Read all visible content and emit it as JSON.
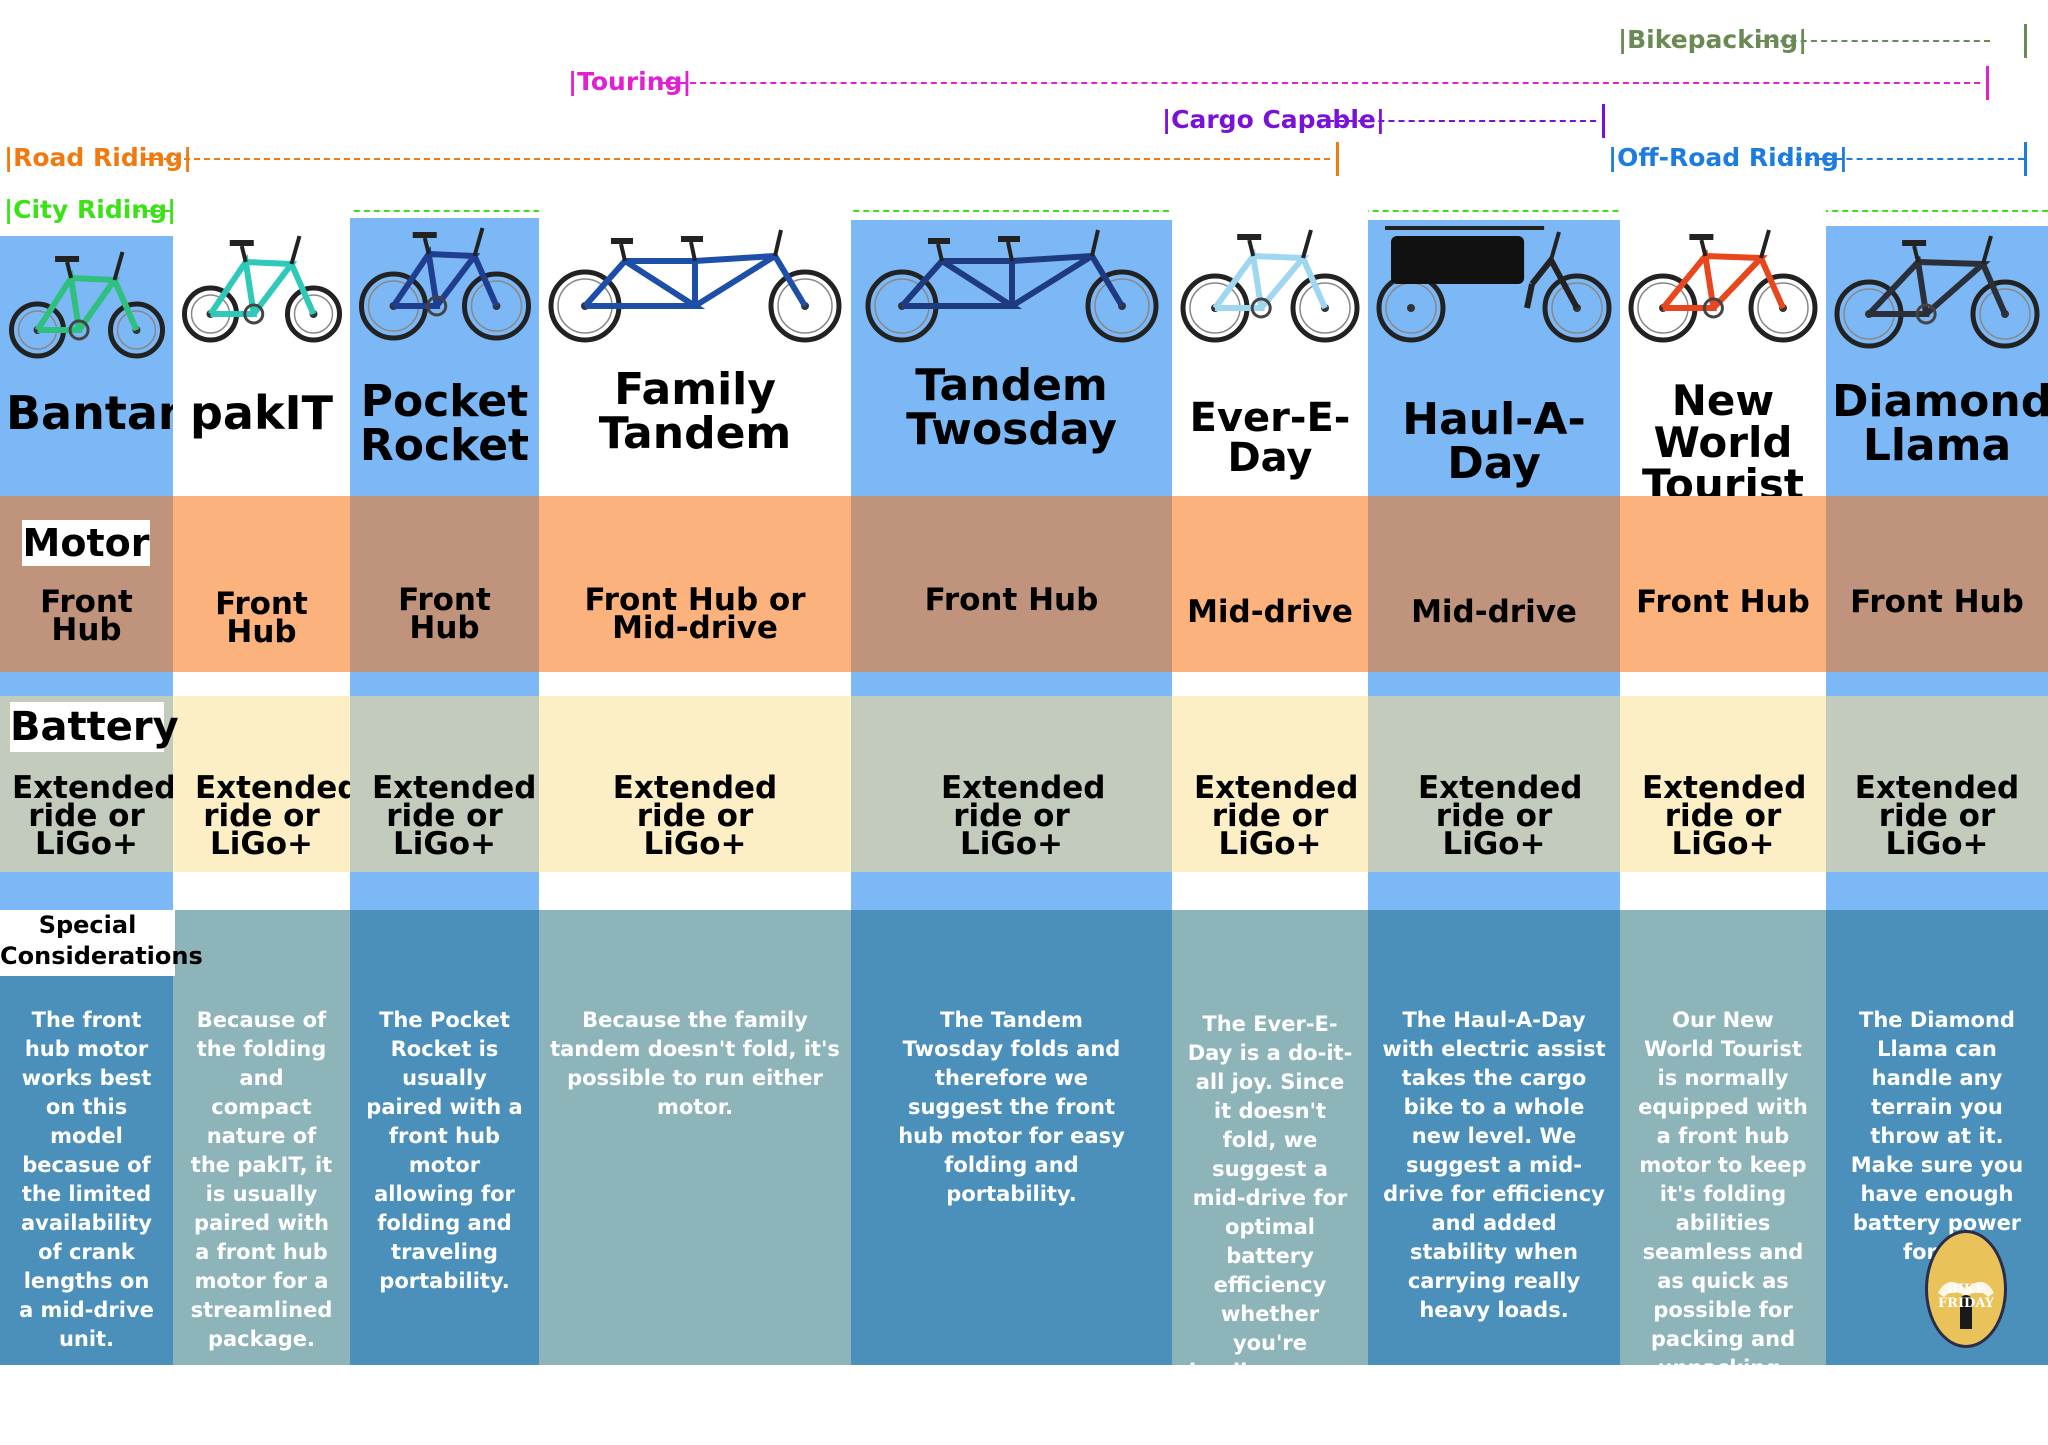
{
  "use_cases": [
    {
      "label": "|Bikepacking|",
      "color": "#6a8a55"
    },
    {
      "label": "|Touring|",
      "color": "#e21fd2"
    },
    {
      "label": "|Cargo Capable|",
      "color": "#7a11d8"
    },
    {
      "label": "|Road Riding|",
      "color": "#f07a10"
    },
    {
      "label": "|Off-Road Riding|",
      "color": "#1c7ce0"
    },
    {
      "label": "|City Riding|",
      "color": "#3ce118"
    }
  ],
  "row_labels": {
    "motor": "Motor",
    "battery": "Battery",
    "special_1": "Special",
    "special_2": "Considerations"
  },
  "colors": {
    "blue_col": "#7db8f6",
    "motor_dark": "#bf937c",
    "motor_light": "#fbb27c",
    "battery_dark": "#c3ccbc",
    "battery_light": "#fcefc5",
    "spec_dark": "#4b90ba",
    "spec_light": "#8db4b9"
  },
  "models": [
    {
      "name": "Bantam",
      "motor": "Front Hub",
      "battery": "Extended ride or LiGo+",
      "special": "The front hub motor works best on this model becasue of the limited availability of crank lengths on a mid-drive unit.",
      "bike_color": "#2fbf7f",
      "icon": "bike-photo-icon"
    },
    {
      "name": "pakIT",
      "motor": "Front Hub",
      "battery": "Extended ride or LiGo+",
      "special": "Because of the folding and compact nature of the pakIT, it is usually paired with a front hub motor for a streamlined package.",
      "bike_color": "#2ec9b8",
      "icon": "bike-photo-icon"
    },
    {
      "name": "Pocket Rocket",
      "motor": "Front Hub",
      "battery": "Extended ride or LiGo+",
      "special": "The Pocket Rocket is usually paired with a front hub motor allowing for folding and traveling portability.",
      "bike_color": "#1f3e8f",
      "icon": "bike-photo-icon"
    },
    {
      "name": "Family Tandem",
      "motor": "Front Hub or Mid-drive",
      "battery": "Extended ride or LiGo+",
      "special": "Because the family tandem doesn't fold, it's possible to run either motor.",
      "bike_color": "#1e4fa8",
      "icon": "bike-photo-icon"
    },
    {
      "name": "Tandem Twosday",
      "motor": "Front Hub",
      "battery": "Extended ride or LiGo+",
      "special": "The Tandem Twosday folds and therefore we suggest the front hub motor for easy folding and portability.",
      "bike_color": "#1e3b80",
      "icon": "bike-photo-icon"
    },
    {
      "name": "Ever-E-Day",
      "motor": "Mid-drive",
      "battery": "Extended ride or LiGo+",
      "special": "The Ever-E-Day is a do-it-all joy. Since it doesn't fold, we suggest a mid-drive for optimal battery efficiency whether you're hauling cargo or just going on a ride.",
      "bike_color": "#9fd6f0",
      "icon": "bike-photo-icon"
    },
    {
      "name": "Haul-A-Day",
      "motor": "Mid-drive",
      "battery": "Extended ride or LiGo+",
      "special": "The Haul-A-Day with electric assist takes the cargo bike to a whole new level. We suggest a mid-drive for efficiency and added stability when carrying really heavy loads.",
      "bike_color": "#222222",
      "icon": "bike-photo-icon"
    },
    {
      "name": "New World Tourist",
      "motor": "Front Hub",
      "battery": "Extended ride or LiGo+",
      "special": "Our New World Tourist is normally equipped with a front hub motor to keep it's folding abilities seamless and as quick as possible for packing and unpacking.",
      "bike_color": "#e8461c",
      "icon": "bike-photo-icon"
    },
    {
      "name": "Diamond Llama",
      "motor": "Front Hub",
      "battery": "Extended ride or LiGo+",
      "special": "The Diamond Llama can handle any terrain you throw at it. Make sure you have enough battery power for it!",
      "bike_color": "#2a2f3a",
      "icon": "bike-photo-icon"
    }
  ],
  "logo": {
    "text_1": "BIKE",
    "text_2": "FRIDAY"
  }
}
